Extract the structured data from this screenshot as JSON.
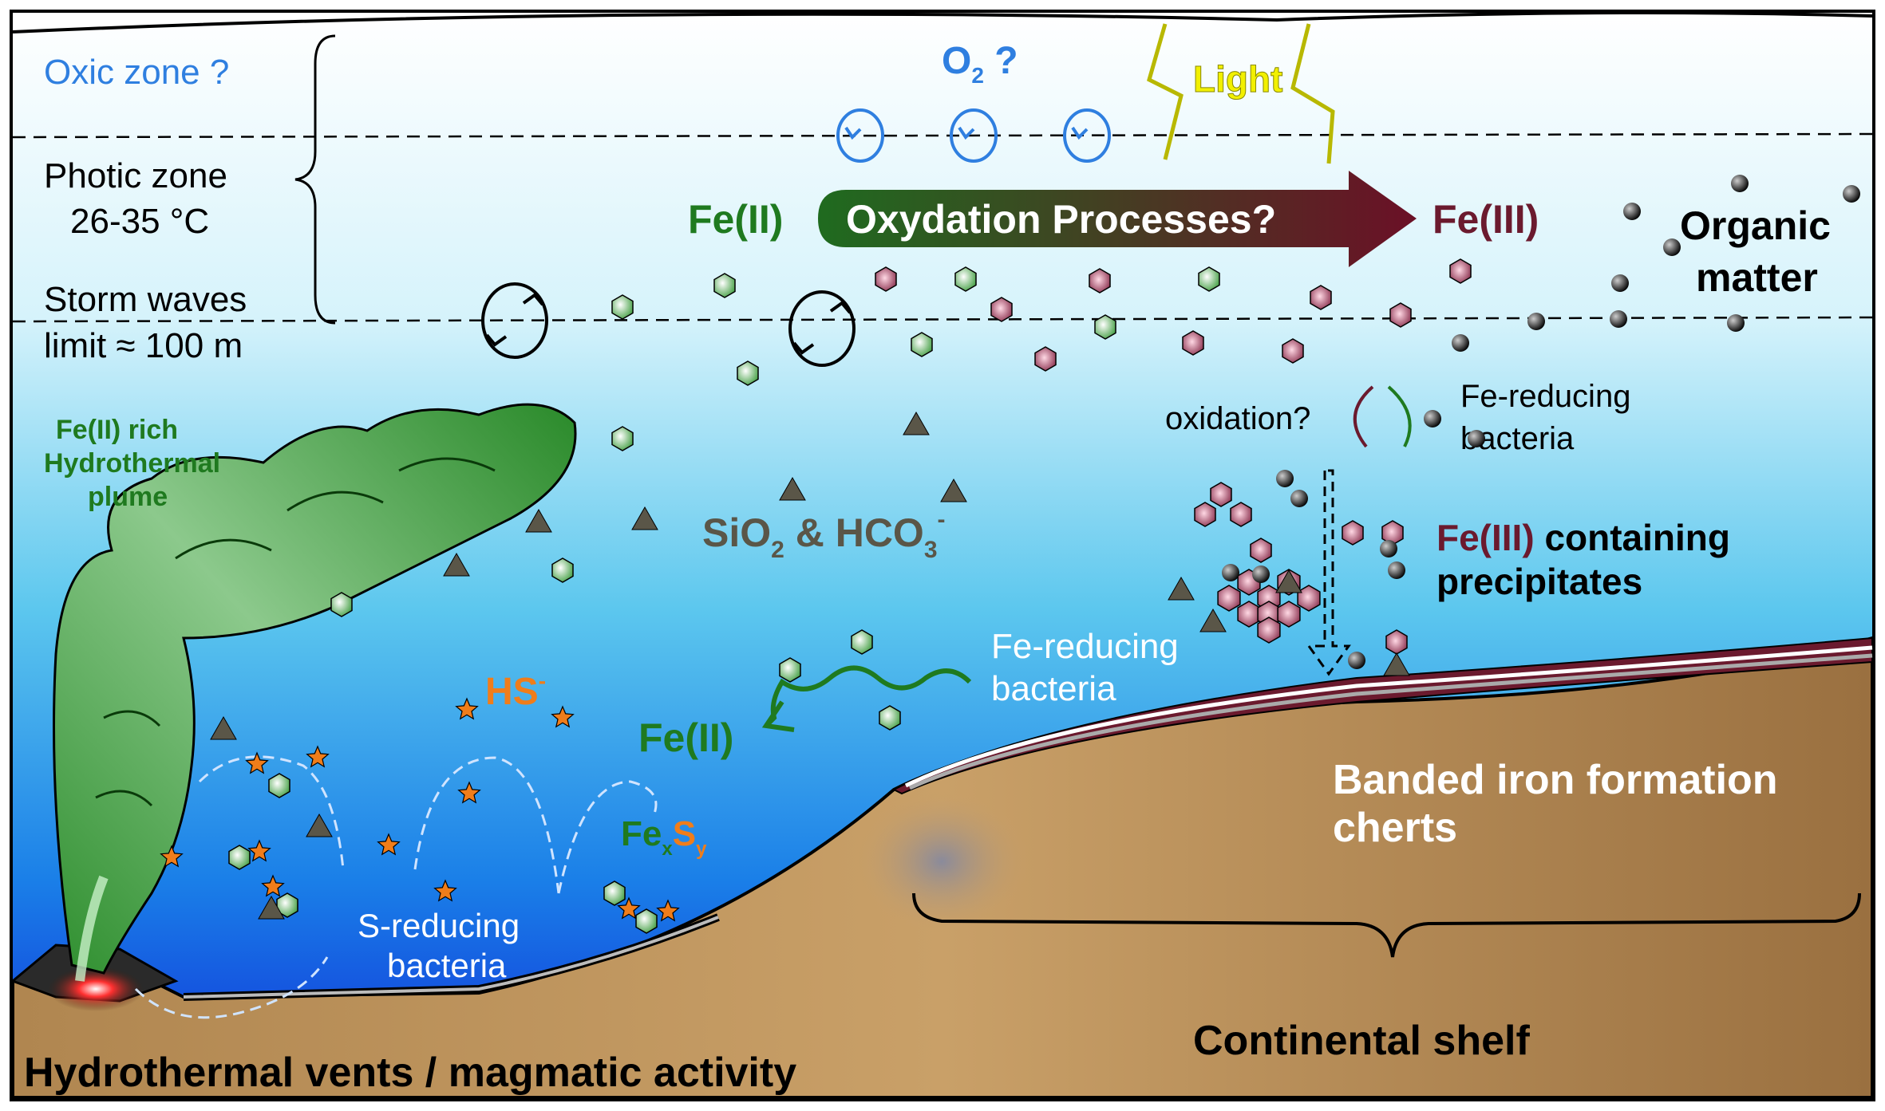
{
  "labels": {
    "oxic_zone": "Oxic zone ?",
    "photic_zone": "Photic zone",
    "photic_temp": "26-35 °C",
    "storm_waves": "Storm waves",
    "storm_limit": "limit ≈ 100 m",
    "o2_base": "O",
    "o2_sub": "2",
    "o2_q": " ?",
    "light": "Light",
    "fe2_top": "Fe(II)",
    "oxydation": "Oxydation Processes?",
    "fe3_top": "Fe(III)",
    "organic_1": "Organic",
    "organic_2": "matter",
    "plume_1": "Fe(II) rich",
    "plume_2": "Hydrothermal",
    "plume_3": "plume",
    "sio2_a": "SiO",
    "sio2_sub": "2",
    "sio2_b": " & HCO",
    "hco3_sub": "3",
    "hco3_sup": "-",
    "oxidation_q": "oxidation?",
    "fe_red_top_1": "Fe-reducing",
    "fe_red_top_2": "bacteria",
    "fe3_prec_a": "Fe(III)",
    "fe3_prec_b": " containing",
    "fe3_prec_c": "precipitates",
    "fe_red_mid_1": "Fe-reducing",
    "fe_red_mid_2": "bacteria",
    "fe2_mid": "Fe(II)",
    "hs": "HS",
    "hs_sup": "-",
    "fexsy_fe": "Fe",
    "fexsy_x": "x",
    "fexsy_s": "S",
    "fexsy_y": "y",
    "s_red_1": "S-reducing",
    "s_red_2": "bacteria",
    "bif_1": "Banded iron formation",
    "bif_2": "cherts",
    "continental_shelf": "Continental shelf",
    "hydrothermal_vents": "Hydrothermal vents / magmatic activity"
  },
  "colors": {
    "oxic_blue": "#2f7fe0",
    "fe2_green": "#1f7a1f",
    "fe3_maroon": "#6b1a2e",
    "hs_orange": "#f07d1a",
    "sio2_gray": "#5a5648",
    "light_yellow": "#f2f000"
  }
}
